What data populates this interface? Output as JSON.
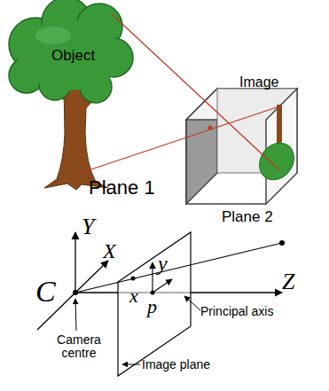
{
  "diagram": {
    "labels": [
      "Object",
      "Image",
      "Plane 1",
      "Plane 2",
      "Y",
      "X",
      "y",
      "x",
      "p",
      "Z",
      "C",
      "Camera centre",
      "Principal axis",
      "Image plane"
    ]
  }
}
